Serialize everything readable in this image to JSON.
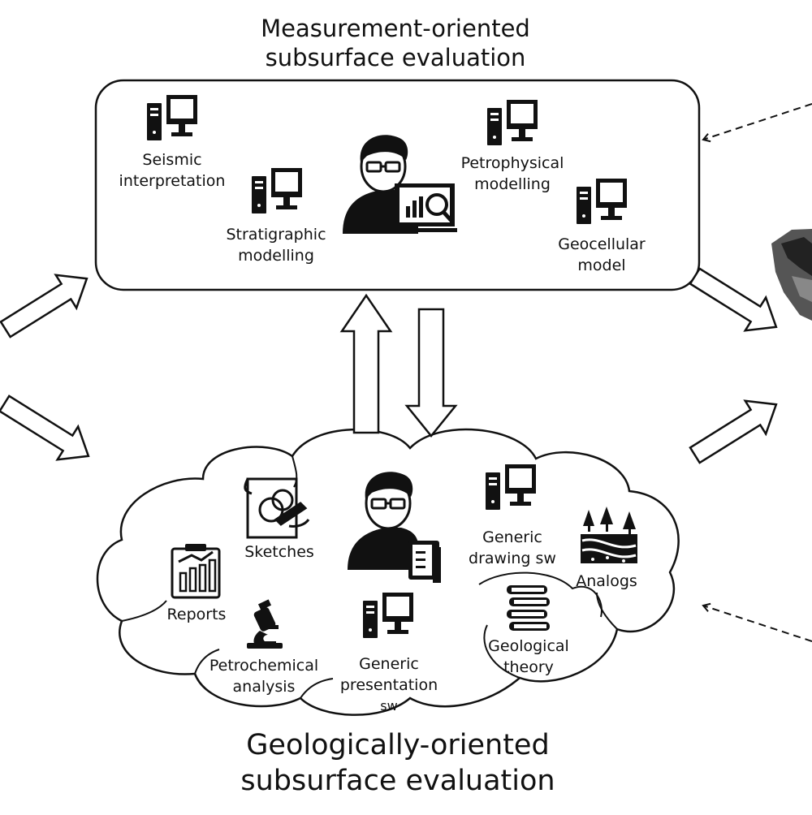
{
  "top_title": {
    "line1": "Measurement-oriented",
    "line2": "subsurface evaluation"
  },
  "bottom_title": {
    "line1": "Geologically-oriented",
    "line2": "subsurface evaluation"
  },
  "top_box": {
    "seismic": {
      "line1": "Seismic",
      "line2": "interpretation",
      "icon": "computer-icon"
    },
    "stratigraphic": {
      "line1": "Stratigraphic",
      "line2": "modelling",
      "icon": "computer-icon"
    },
    "petrophysical": {
      "line1": "Petrophysical",
      "line2": "modelling",
      "icon": "computer-icon"
    },
    "geocellular": {
      "line1": "Geocellular",
      "line2": "model",
      "icon": "computer-icon"
    },
    "analyst_icon": "analyst-with-screen-icon"
  },
  "cloud": {
    "sketches": {
      "label": "Sketches",
      "icon": "sketch-icon"
    },
    "reports": {
      "label": "Reports",
      "icon": "report-icon"
    },
    "petrochemical": {
      "line1": "Petrochemical",
      "line2": "analysis",
      "icon": "microscope-icon"
    },
    "presentation": {
      "line1": "Generic",
      "line2": "presentation",
      "line3": "sw",
      "icon": "computer-icon"
    },
    "drawing": {
      "line1": "Generic",
      "line2": "drawing sw",
      "icon": "computer-icon"
    },
    "analogs": {
      "label": "Analogs",
      "icon": "landscape-icon"
    },
    "theory": {
      "line1": "Geological",
      "line2": "theory",
      "icon": "books-icon"
    },
    "geologist_icon": "geologist-with-books-icon"
  },
  "colors": {
    "stroke": "#111111",
    "icon": "#111111",
    "background": "#ffffff"
  }
}
